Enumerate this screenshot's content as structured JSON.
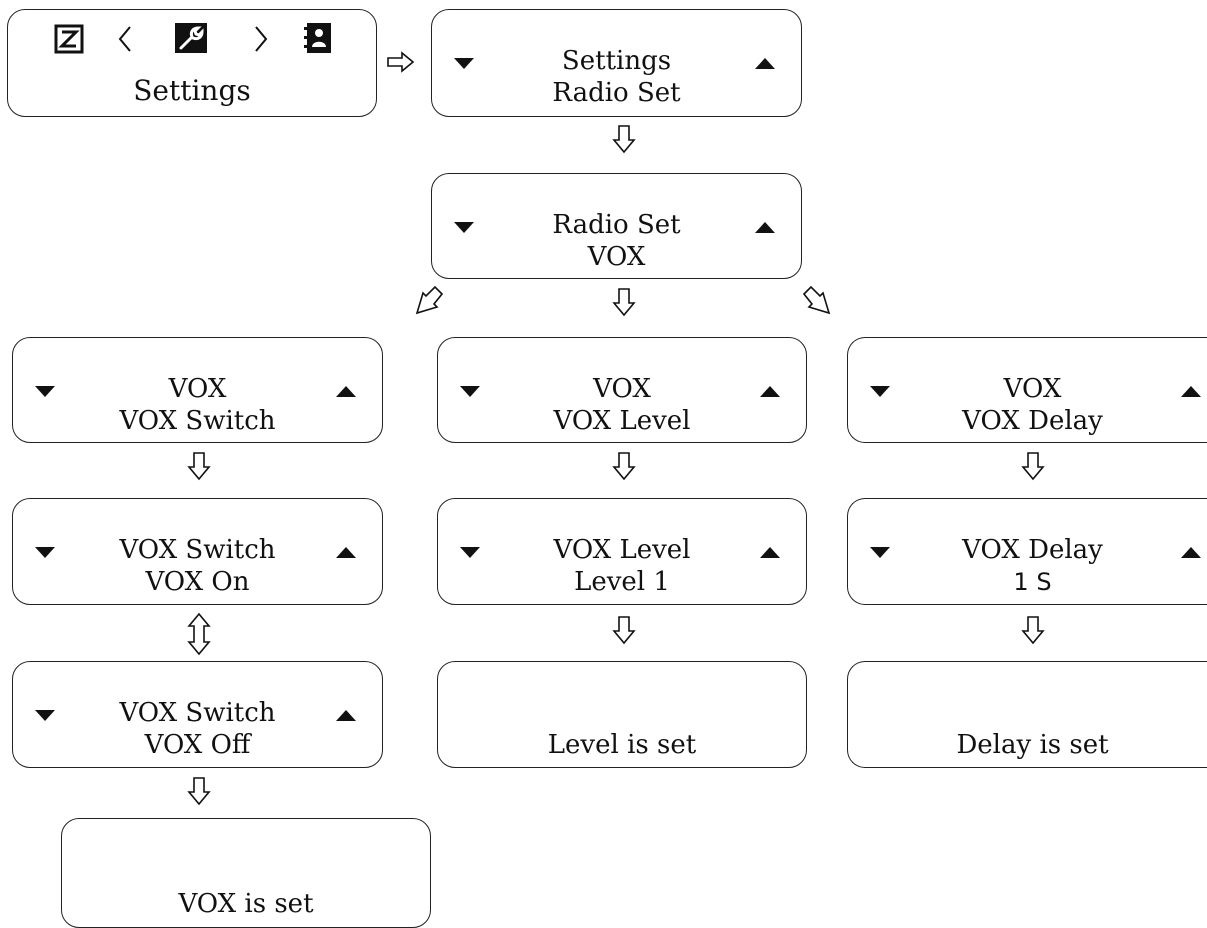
{
  "screen_home": {
    "title": "Settings",
    "icons": [
      "z-icon",
      "chevron-left-icon",
      "wrench-icon",
      "chevron-right-icon",
      "contacts-book-icon"
    ]
  },
  "screens": {
    "settings_radio_set": {
      "line1": "Settings",
      "line2": "Radio Set"
    },
    "radio_set_vox": {
      "line1": "Radio Set",
      "line2": "VOX"
    },
    "vox_switch": {
      "line1": "VOX",
      "line2": "VOX Switch"
    },
    "vox_level": {
      "line1": "VOX",
      "line2": "VOX Level"
    },
    "vox_delay": {
      "line1": "VOX",
      "line2": "VOX Delay"
    },
    "vox_switch_on": {
      "line1": "VOX Switch",
      "line2": "VOX On"
    },
    "vox_level_1": {
      "line1": "VOX Level",
      "line2": "Level 1"
    },
    "vox_delay_1s": {
      "line1": "VOX Delay",
      "line2": "1 S"
    },
    "vox_switch_off": {
      "line1": "VOX Switch",
      "line2": "VOX Off"
    },
    "level_set": {
      "line2": "Level is set"
    },
    "delay_set": {
      "line2": "Delay is set"
    },
    "vox_set": {
      "line2": "VOX is set"
    }
  }
}
